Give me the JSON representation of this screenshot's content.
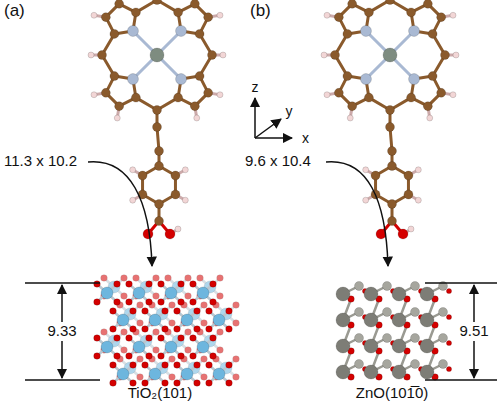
{
  "diagram": {
    "labels": [
      "(a)",
      "(b)",
      "z",
      "y",
      "x",
      "11.3 x 10.2",
      "9.6 x 10.4",
      "9.33",
      "9.51",
      "TiO₂(101)",
      "ZnO(101̅0)"
    ]
  }
}
